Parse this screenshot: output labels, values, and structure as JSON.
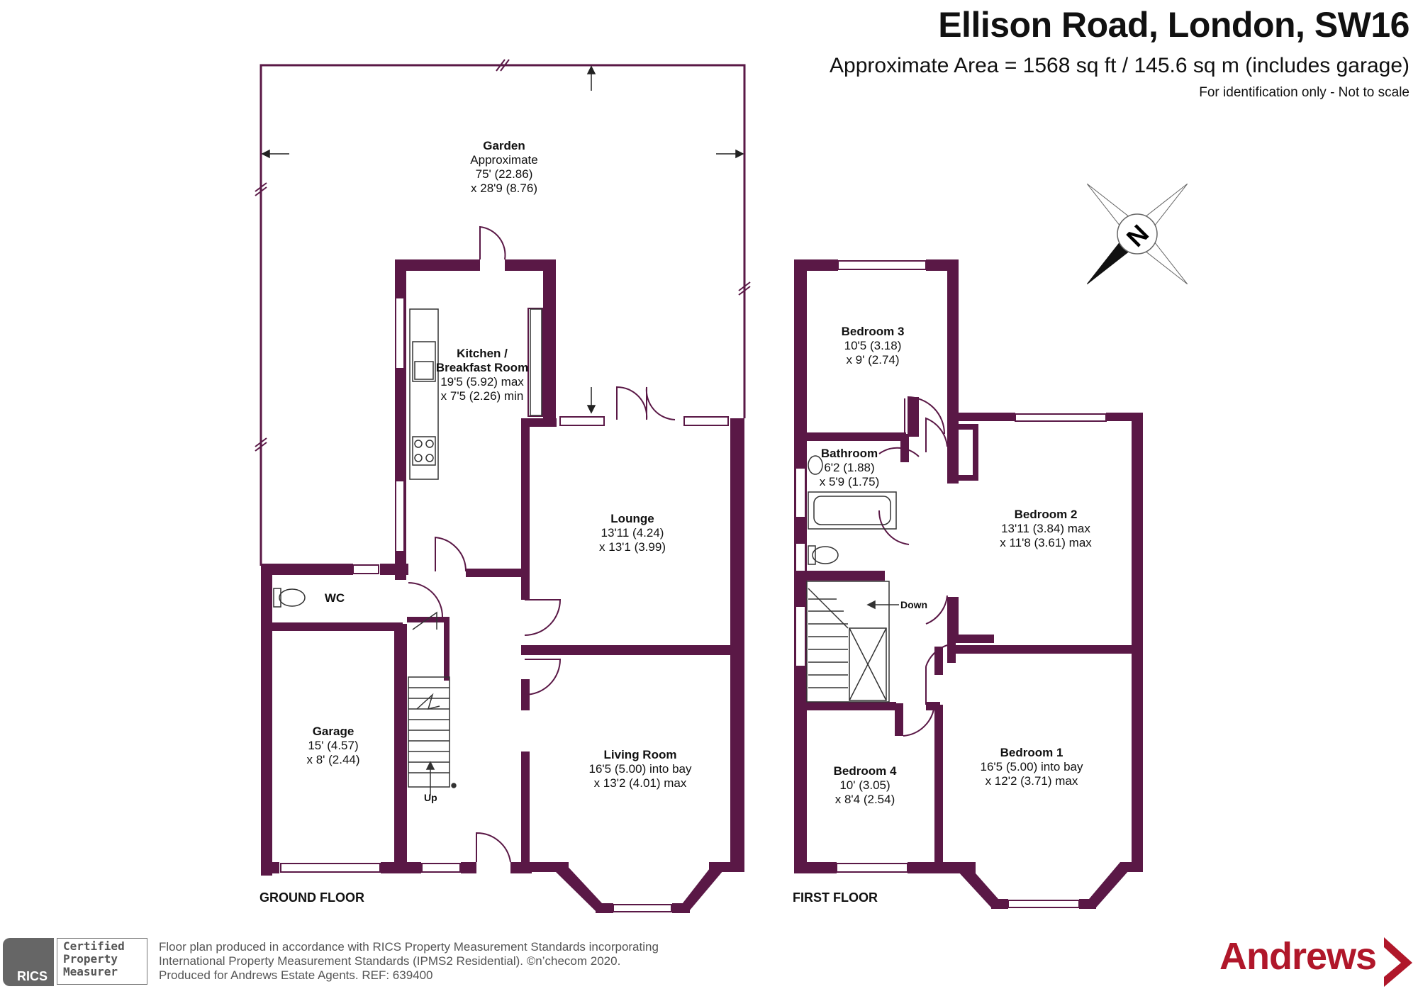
{
  "header": {
    "address": "Ellison Road, London, SW16",
    "area": "Approximate Area = 1568 sq ft / 145.6 sq m (includes garage)",
    "ident": "For identification only - Not to scale"
  },
  "colors": {
    "wall": "#5a1846",
    "brand": "#b0172a"
  },
  "ground_floor": {
    "label": "GROUND FLOOR",
    "rooms": {
      "garden": {
        "name": "Garden",
        "l1": "Approximate",
        "l2": "75' (22.86)",
        "l3": "x 28'9 (8.76)"
      },
      "kitchen": {
        "name": "Kitchen /",
        "name2": "Breakfast Room",
        "l1": "19'5 (5.92) max",
        "l2": "x 7'5 (2.26) min"
      },
      "lounge": {
        "name": "Lounge",
        "l1": "13'11 (4.24)",
        "l2": "x 13'1 (3.99)"
      },
      "wc": {
        "name": "WC"
      },
      "garage": {
        "name": "Garage",
        "l1": "15' (4.57)",
        "l2": "x 8' (2.44)"
      },
      "living": {
        "name": "Living Room",
        "l1": "16'5 (5.00) into bay",
        "l2": "x 13'2 (4.01) max"
      }
    },
    "up": "Up"
  },
  "first_floor": {
    "label": "FIRST FLOOR",
    "rooms": {
      "bedroom3": {
        "name": "Bedroom 3",
        "l1": "10'5 (3.18)",
        "l2": "x 9' (2.74)"
      },
      "bathroom": {
        "name": "Bathroom",
        "l1": "6'2 (1.88)",
        "l2": "x 5'9 (1.75)"
      },
      "bedroom2": {
        "name": "Bedroom 2",
        "l1": "13'11 (3.84) max",
        "l2": "x 11'8 (3.61) max"
      },
      "bedroom4": {
        "name": "Bedroom 4",
        "l1": "10' (3.05)",
        "l2": "x 8'4 (2.54)"
      },
      "bedroom1": {
        "name": "Bedroom 1",
        "l1": "16'5 (5.00) into bay",
        "l2": "x 12'2 (3.71) max"
      }
    },
    "down": "Down"
  },
  "compass": {
    "letter": "N",
    "icon": "compass-rose-icon"
  },
  "footer": {
    "line1": "Floor plan produced in accordance with RICS Property Measurement Standards incorporating",
    "line2": "International Property Measurement Standards (IPMS2 Residential).   ©n’checom 2020.",
    "line3": "Produced for Andrews Estate Agents.   REF:  639400",
    "rics": "RICS",
    "cert1": "Certified",
    "cert2": "Property",
    "cert3": "Measurer",
    "brand": "Andrews"
  }
}
